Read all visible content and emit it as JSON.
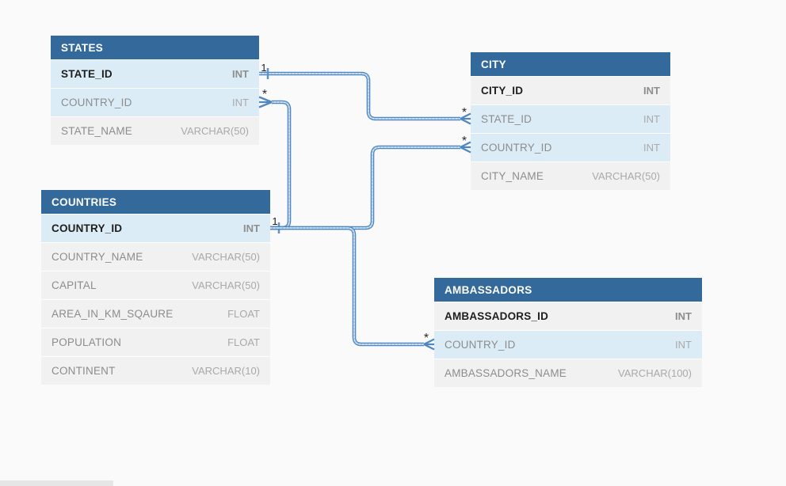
{
  "diagram_type": "entity-relationship",
  "background_color": "#fafafa",
  "colors": {
    "table_header": "#34699c",
    "row_key_highlight": "#dbecf6",
    "row_normal": "#f1f1f2",
    "relationship_line": "#4f87be",
    "pk_text": "#1e1e1e",
    "field_text": "#8c8c8c",
    "type_text": "#a9a9a9"
  },
  "tables": [
    {
      "title": "STATES",
      "columns": [
        {
          "name": "STATE_ID",
          "type": "INT",
          "primary_key": true,
          "highlighted": true
        },
        {
          "name": "COUNTRY_ID",
          "type": "INT",
          "primary_key": false,
          "highlighted": true
        },
        {
          "name": "STATE_NAME",
          "type": "VARCHAR(50)",
          "primary_key": false,
          "highlighted": false
        }
      ]
    },
    {
      "title": "CITY",
      "columns": [
        {
          "name": "CITY_ID",
          "type": "INT",
          "primary_key": true,
          "highlighted": false
        },
        {
          "name": "STATE_ID",
          "type": "INT",
          "primary_key": false,
          "highlighted": true
        },
        {
          "name": "COUNTRY_ID",
          "type": "INT",
          "primary_key": false,
          "highlighted": true
        },
        {
          "name": "CITY_NAME",
          "type": "VARCHAR(50)",
          "primary_key": false,
          "highlighted": false
        }
      ]
    },
    {
      "title": "COUNTRIES",
      "columns": [
        {
          "name": "COUNTRY_ID",
          "type": "INT",
          "primary_key": true,
          "highlighted": true
        },
        {
          "name": "COUNTRY_NAME",
          "type": "VARCHAR(50)",
          "primary_key": false,
          "highlighted": false
        },
        {
          "name": "CAPITAL",
          "type": "VARCHAR(50)",
          "primary_key": false,
          "highlighted": false
        },
        {
          "name": "AREA_IN_KM_SQAURE",
          "type": "FLOAT",
          "primary_key": false,
          "highlighted": false
        },
        {
          "name": "POPULATION",
          "type": "FLOAT",
          "primary_key": false,
          "highlighted": false
        },
        {
          "name": "CONTINENT",
          "type": "VARCHAR(10)",
          "primary_key": false,
          "highlighted": false
        }
      ]
    },
    {
      "title": "AMBASSADORS",
      "columns": [
        {
          "name": "AMBASSADORS_ID",
          "type": "INT",
          "primary_key": true,
          "highlighted": false
        },
        {
          "name": "COUNTRY_ID",
          "type": "INT",
          "primary_key": false,
          "highlighted": true
        },
        {
          "name": "AMBASSADORS_NAME",
          "type": "VARCHAR(100)",
          "primary_key": false,
          "highlighted": false
        }
      ]
    }
  ],
  "relationships": [
    {
      "from_table": "STATES",
      "from_column": "STATE_ID",
      "from_cardinality": "1",
      "to_table": "CITY",
      "to_column": "STATE_ID",
      "to_cardinality": "*"
    },
    {
      "from_table": "COUNTRIES",
      "from_column": "COUNTRY_ID",
      "from_cardinality": "1",
      "to_table": "STATES",
      "to_column": "COUNTRY_ID",
      "to_cardinality": "*"
    },
    {
      "from_table": "COUNTRIES",
      "from_column": "COUNTRY_ID",
      "from_cardinality": "1",
      "to_table": "CITY",
      "to_column": "COUNTRY_ID",
      "to_cardinality": "*"
    },
    {
      "from_table": "COUNTRIES",
      "from_column": "COUNTRY_ID",
      "from_cardinality": "1",
      "to_table": "AMBASSADORS",
      "to_column": "COUNTRY_ID",
      "to_cardinality": "*"
    }
  ]
}
